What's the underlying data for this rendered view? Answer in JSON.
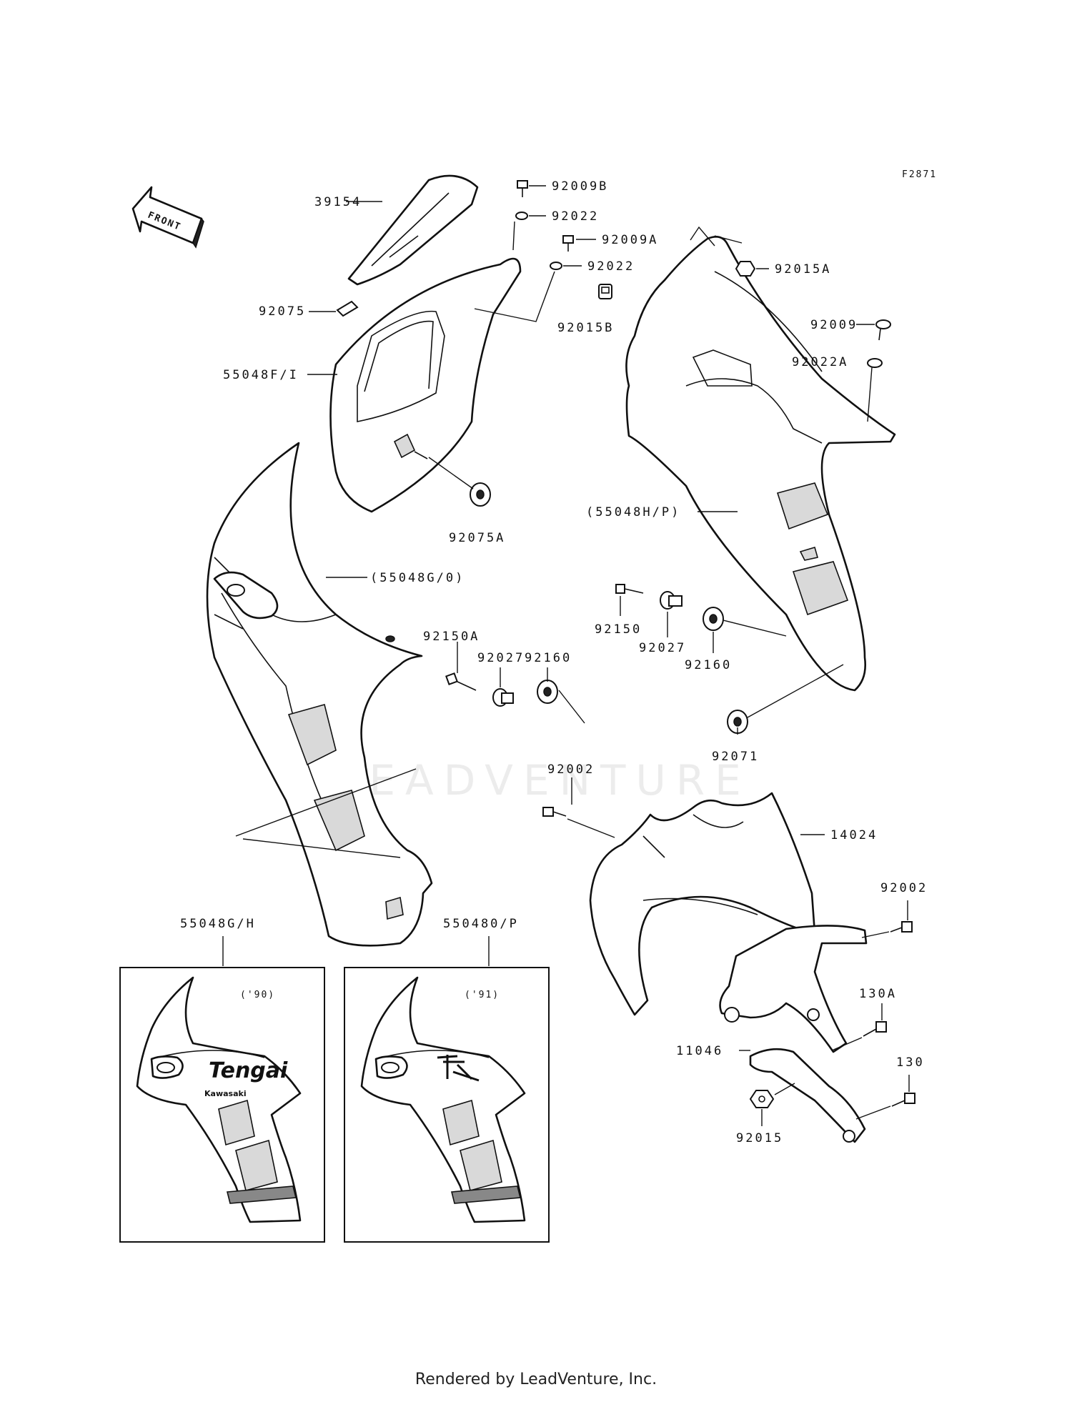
{
  "diagram_code": "F2871",
  "front_label": "FRONT",
  "watermark": "LEADVENTURE",
  "footer": "Rendered by LeadVenture, Inc.",
  "parts": {
    "p39154": "39154",
    "p92075": "92075",
    "p55048FI": "55048F/I",
    "p92075A": "92075A",
    "p92009B": "92009B",
    "p92022_a": "92022",
    "p92009A": "92009A",
    "p92022_b": "92022",
    "p92015B": "92015B",
    "p92015A": "92015A",
    "p92009": "92009",
    "p92022A": "92022A",
    "p55048HP": "(55048H/P)",
    "p55048GO": "(55048G/0)",
    "p92150A": "92150A",
    "p92027_a": "92027",
    "p92160_a": "92160",
    "p92150": "92150",
    "p92027_b": "92027",
    "p92160_b": "92160",
    "p92071": "92071",
    "p92002_a": "92002",
    "p14024": "14024",
    "p92002_b": "92002",
    "p130A": "130A",
    "p11046": "11046",
    "p130": "130",
    "p92015": "92015",
    "p55048GH": "55048G/H",
    "p550480P": "550480/P"
  },
  "insets": {
    "left": {
      "year": "('90)",
      "logo": "Tengai",
      "brand": "Kawasaki"
    },
    "right": {
      "year": "('91)"
    }
  }
}
